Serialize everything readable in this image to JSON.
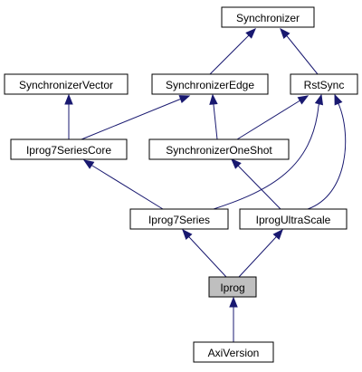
{
  "diagram": {
    "type": "inheritance-graph",
    "colors": {
      "edge": "#191970",
      "node_border": "#000000",
      "node_fill": "#ffffff",
      "highlight_fill": "#bfbfbf"
    },
    "nodes": [
      {
        "id": "synchronizer",
        "label": "Synchronizer",
        "highlight": false
      },
      {
        "id": "synchronizer-vector",
        "label": "SynchronizerVector",
        "highlight": false
      },
      {
        "id": "synchronizer-edge",
        "label": "SynchronizerEdge",
        "highlight": false
      },
      {
        "id": "rst-sync",
        "label": "RstSync",
        "highlight": false
      },
      {
        "id": "iprog7-series-core",
        "label": "Iprog7SeriesCore",
        "highlight": false
      },
      {
        "id": "synchronizer-one-shot",
        "label": "SynchronizerOneShot",
        "highlight": false
      },
      {
        "id": "iprog7-series",
        "label": "Iprog7Series",
        "highlight": false
      },
      {
        "id": "iprog-ultra-scale",
        "label": "IprogUltraScale",
        "highlight": false
      },
      {
        "id": "iprog",
        "label": "Iprog",
        "highlight": true
      },
      {
        "id": "axi-version",
        "label": "AxiVersion",
        "highlight": false
      }
    ],
    "edges": [
      {
        "from": "synchronizer-edge",
        "to": "synchronizer"
      },
      {
        "from": "rst-sync",
        "to": "synchronizer"
      },
      {
        "from": "iprog7-series-core",
        "to": "synchronizer-vector"
      },
      {
        "from": "iprog7-series-core",
        "to": "synchronizer-edge"
      },
      {
        "from": "synchronizer-one-shot",
        "to": "synchronizer-edge"
      },
      {
        "from": "synchronizer-one-shot",
        "to": "rst-sync"
      },
      {
        "from": "iprog7-series",
        "to": "iprog7-series-core"
      },
      {
        "from": "iprog7-series",
        "to": "rst-sync"
      },
      {
        "from": "iprog-ultra-scale",
        "to": "synchronizer-one-shot"
      },
      {
        "from": "iprog-ultra-scale",
        "to": "rst-sync"
      },
      {
        "from": "iprog",
        "to": "iprog7-series"
      },
      {
        "from": "iprog",
        "to": "iprog-ultra-scale"
      },
      {
        "from": "axi-version",
        "to": "iprog"
      }
    ]
  }
}
